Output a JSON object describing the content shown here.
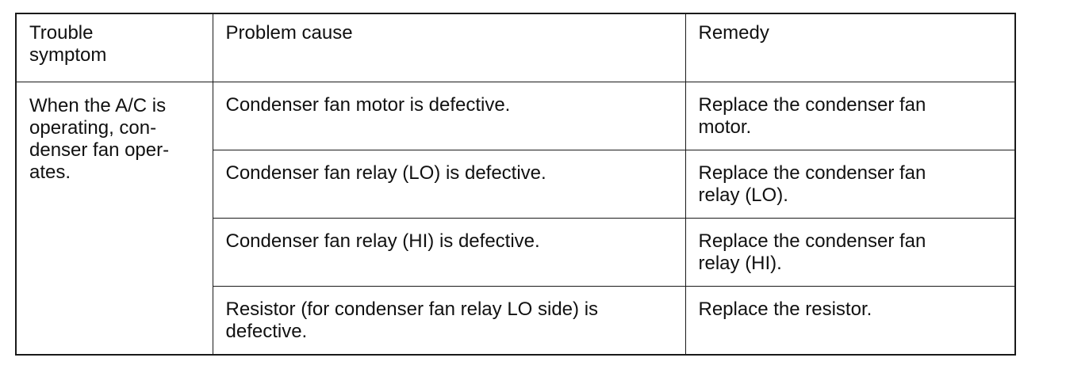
{
  "table": {
    "headers": {
      "symptom": "Trouble\nsymptom",
      "cause": "Problem cause",
      "remedy": "Remedy"
    },
    "symptom": "When the A/C is\noperating, con-\ndenser fan oper-\nates.",
    "rows": [
      {
        "cause": "Condenser fan motor is defective.",
        "remedy": "Replace the condenser fan\nmotor."
      },
      {
        "cause": "Condenser fan relay (LO) is defective.",
        "remedy": "Replace the condenser fan\nrelay (LO)."
      },
      {
        "cause": "Condenser fan relay (HI) is defective.",
        "remedy": "Replace the condenser fan\nrelay (HI)."
      },
      {
        "cause": "Resistor (for condenser fan relay LO side) is\ndefective.",
        "remedy": "Replace the resistor."
      }
    ]
  }
}
